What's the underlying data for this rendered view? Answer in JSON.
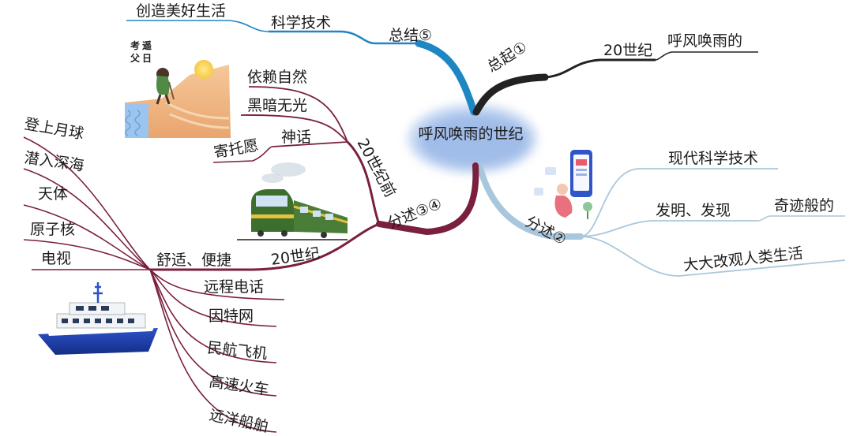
{
  "center": {
    "label": "呼风唤雨的世纪"
  },
  "colors": {
    "summary": "#1f86c4",
    "intro": "#222222",
    "detail_right": "#a9c7dc",
    "detail_left": "#7a1f3d",
    "center_cloud": "#7fa6e0"
  },
  "branches": {
    "summary": {
      "label": "总结⑤",
      "child": "科学技术",
      "grandchild": "创造美好生活"
    },
    "intro": {
      "label": "总起①",
      "child": "20世纪",
      "grandchild": "呼风唤雨的"
    },
    "detail_right": {
      "label": "分述②",
      "children": [
        "现代科学技术",
        "发明、发现",
        "大大改观人类生活"
      ],
      "extra": "奇迹般的"
    },
    "detail_left": {
      "label": "分述③④",
      "before": {
        "label": "20世纪前",
        "items": [
          "依赖自然",
          "黑暗无光"
        ],
        "myth": "神话",
        "myth_child": "寄托愿"
      },
      "century": {
        "label": "20世纪",
        "hub": "舒适、便捷",
        "left_items": [
          "登上月球",
          "潜入深海",
          "天体",
          "原子核",
          "电视"
        ],
        "right_items": [
          "远程电话",
          "因特网",
          "民航飞机",
          "高速火车",
          "远洋船舶"
        ]
      }
    }
  },
  "images": {
    "stamp_text": [
      "考",
      "遥",
      "父",
      "日"
    ]
  },
  "icons": [
    "person-walking-icon",
    "train-icon",
    "ship-icon",
    "phone-medical-icon"
  ]
}
